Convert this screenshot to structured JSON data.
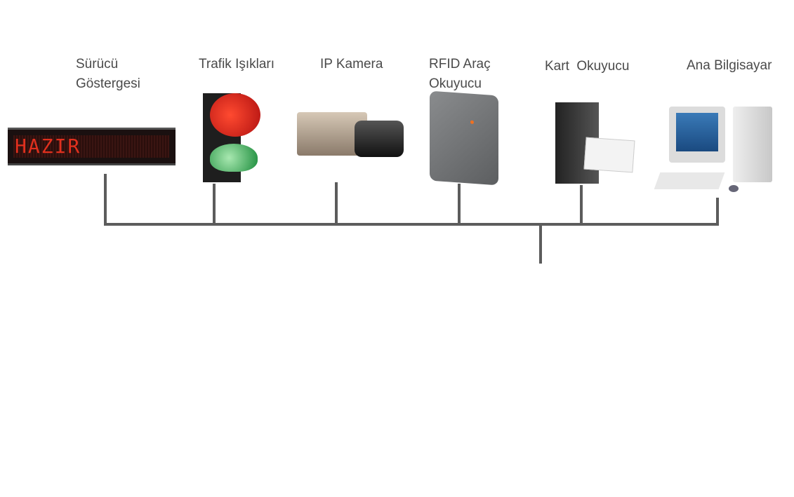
{
  "devices": [
    {
      "label_line1": "Sürücü",
      "label_line2": "Göstergesi",
      "display_text": "HAZIR"
    },
    {
      "label_line1": "Trafik Işıkları"
    },
    {
      "label_line1": "IP Kamera"
    },
    {
      "label_line1": "RFID Araç",
      "label_line2": "Okuyucu"
    },
    {
      "label_line1": "Kart  Okuyucu"
    },
    {
      "label_line1": "Ana Bilgisayar"
    }
  ],
  "colors": {
    "line": "#5c5c5c",
    "led": "#e0301e",
    "label": "#4a4a4a"
  }
}
